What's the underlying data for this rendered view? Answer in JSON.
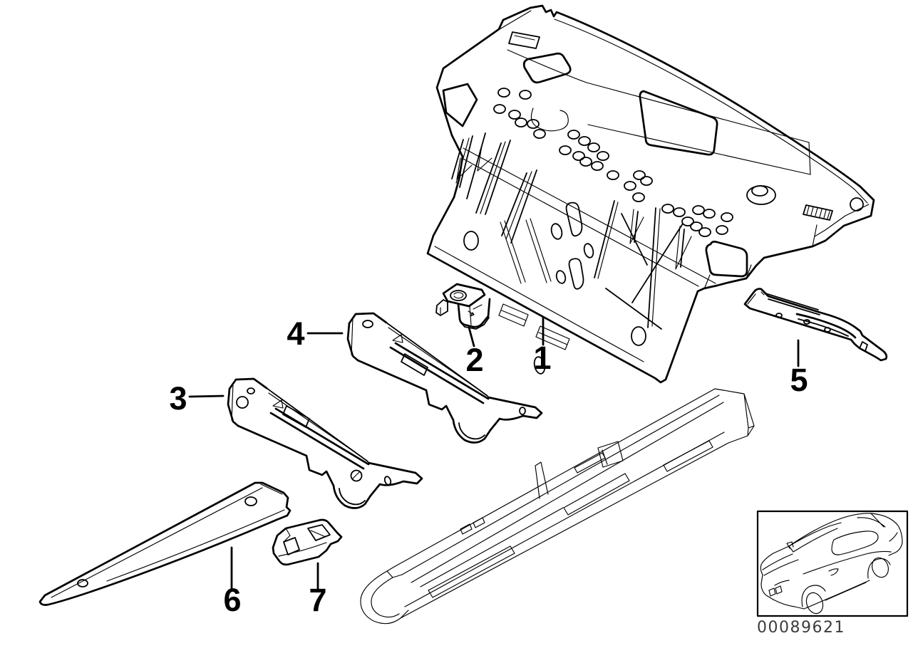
{
  "colors": {
    "line": "#000000",
    "background": "#ffffff",
    "part_number_text": "#3d3d3d"
  },
  "diagram": {
    "description": "exploded body parts line drawing",
    "callouts": [
      {
        "label": "1"
      },
      {
        "label": "2"
      },
      {
        "label": "3"
      },
      {
        "label": "4"
      },
      {
        "label": "5"
      },
      {
        "label": "6"
      },
      {
        "label": "7"
      }
    ],
    "thumbnail": {
      "part_number": "00089621"
    }
  }
}
